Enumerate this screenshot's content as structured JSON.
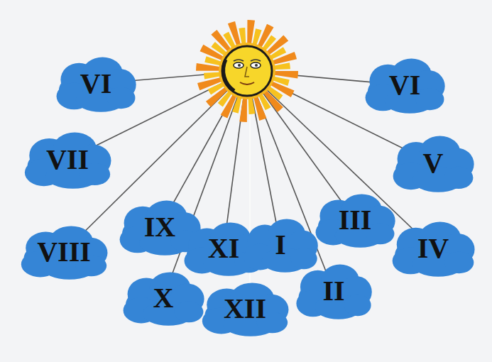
{
  "diagram": {
    "nodes": [
      {
        "text": [
          "VI"
        ]
      },
      {
        "text": [
          "VI"
        ]
      },
      {
        "text": [
          "VII"
        ]
      },
      {
        "text": [
          "V"
        ]
      },
      {
        "text": [
          "VIII"
        ]
      },
      {
        "text": [
          "IX"
        ]
      },
      {
        "text": [
          "III"
        ]
      },
      {
        "text": [
          "IV"
        ]
      },
      {
        "text": [
          "XI"
        ]
      },
      {
        "text": [
          "I"
        ]
      },
      {
        "text": [
          "X"
        ]
      },
      {
        "text": [
          "XII"
        ]
      },
      {
        "text": [
          "II"
        ]
      }
    ]
  }
}
